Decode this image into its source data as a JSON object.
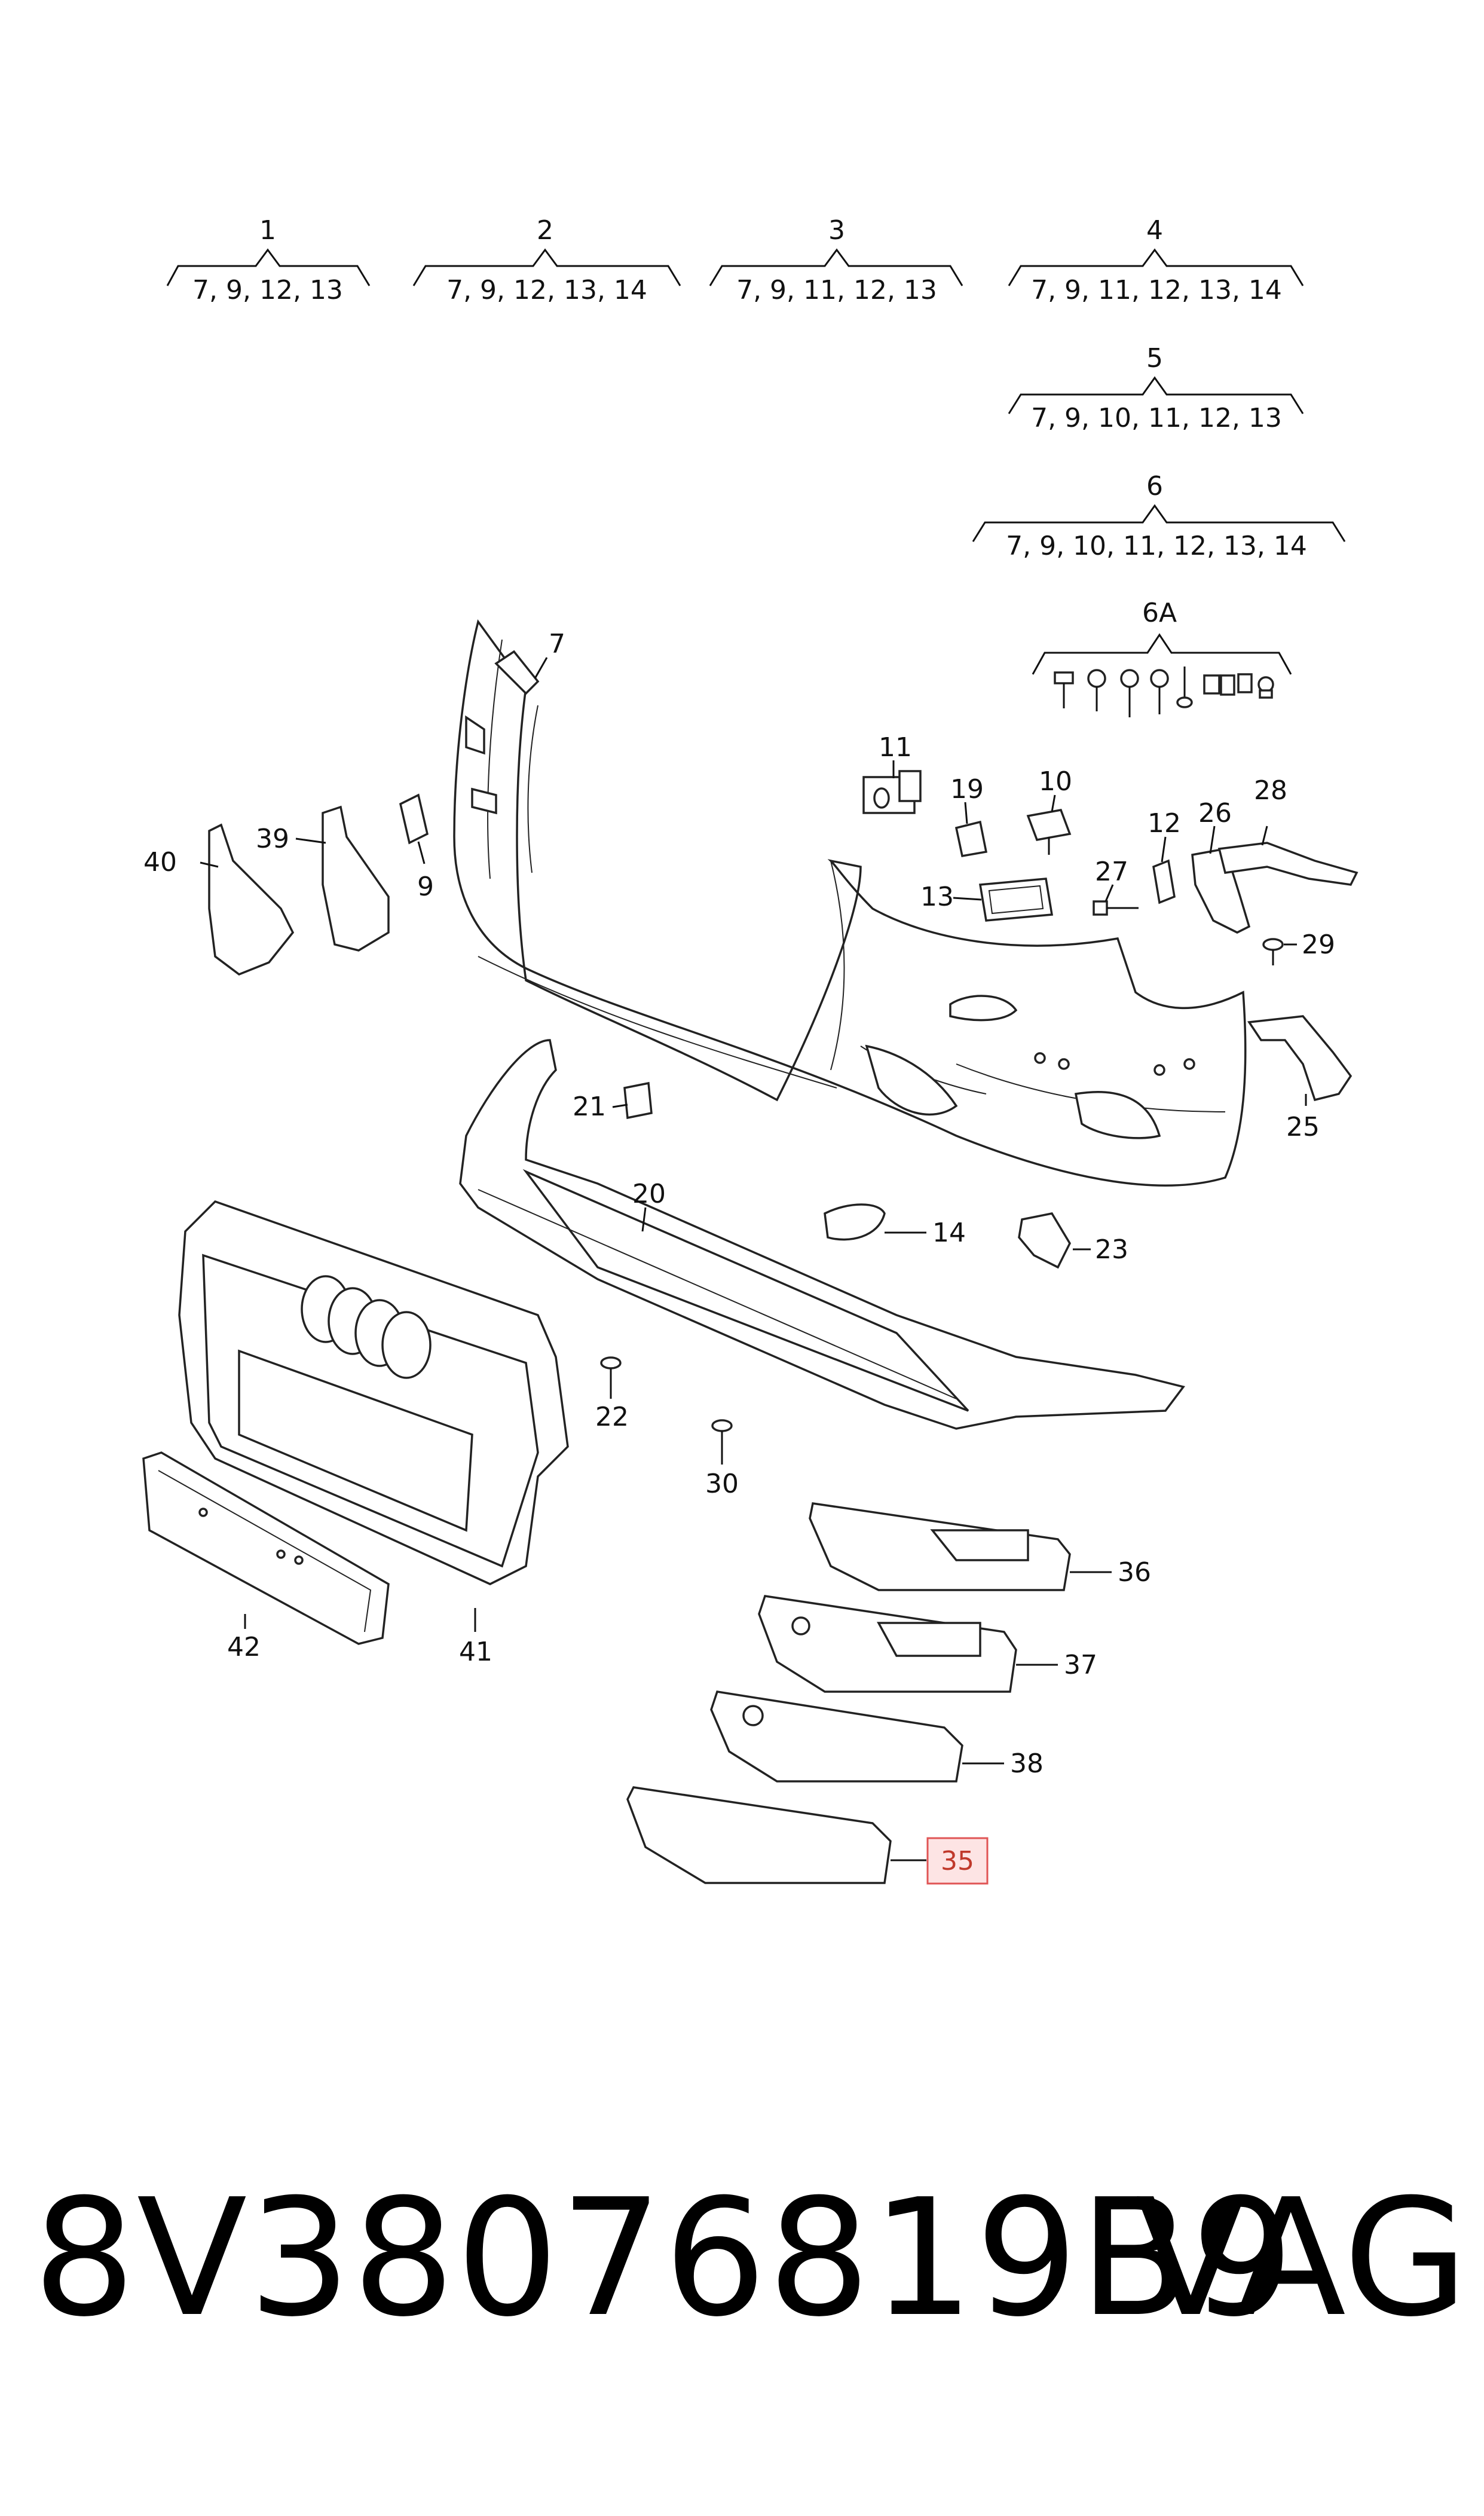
{
  "variants": [
    {
      "id": "1",
      "parts": "7, 9, 12, 13"
    },
    {
      "id": "2",
      "parts": "7, 9, 12, 13, 14"
    },
    {
      "id": "3",
      "parts": "7, 9, 11, 12, 13"
    },
    {
      "id": "4",
      "parts": "7, 9, 11, 12, 13, 14"
    },
    {
      "id": "5",
      "parts": "7, 9, 10, 11, 12, 13"
    },
    {
      "id": "6",
      "parts": "7, 9, 10, 11, 12, 13, 14"
    }
  ],
  "fastener_kit": {
    "id": "6A"
  },
  "callouts": [
    "7",
    "9",
    "11",
    "19",
    "10",
    "12",
    "26",
    "28",
    "27",
    "13",
    "29",
    "40",
    "39",
    "21",
    "20",
    "14",
    "23",
    "25",
    "22",
    "30",
    "36",
    "37",
    "38",
    "41",
    "42",
    "35"
  ],
  "highlighted_callout": "35",
  "colors": {
    "highlight_stroke": "#e05555",
    "highlight_fill": "#fde4e4",
    "highlight_text": "#c0392b"
  },
  "footer": {
    "part_number": "8V38076819B9",
    "brand": "VAG"
  }
}
